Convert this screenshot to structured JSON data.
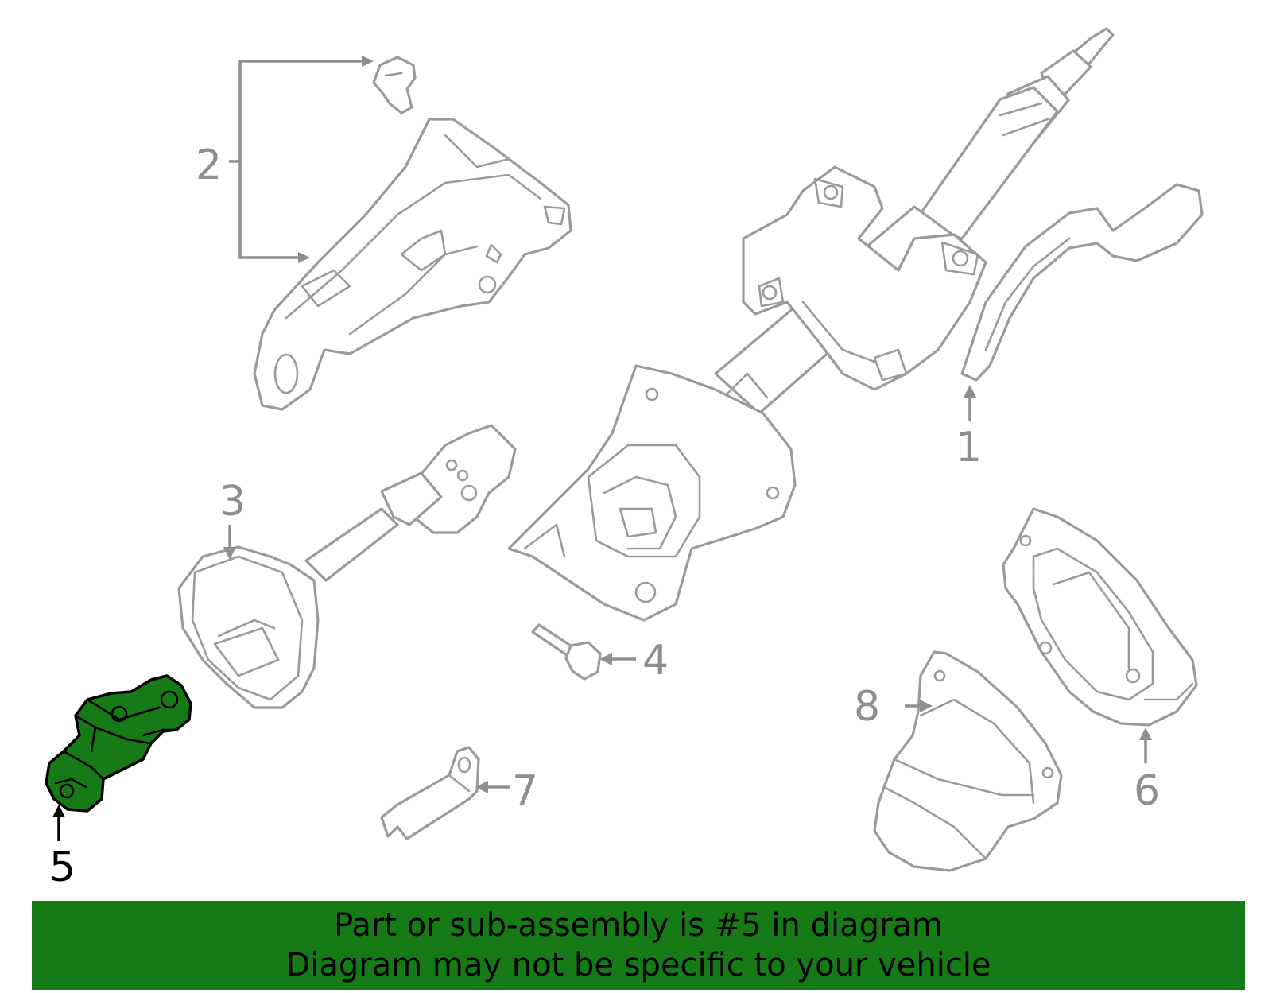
{
  "diagram": {
    "callouts": [
      {
        "id": "1",
        "label": "1"
      },
      {
        "id": "2",
        "label": "2"
      },
      {
        "id": "3",
        "label": "3"
      },
      {
        "id": "4",
        "label": "4"
      },
      {
        "id": "5",
        "label": "5",
        "highlighted": true
      },
      {
        "id": "6",
        "label": "6"
      },
      {
        "id": "7",
        "label": "7"
      },
      {
        "id": "8",
        "label": "8"
      }
    ],
    "selected_part": "5",
    "highlight_color": "#167a16",
    "line_color": "#9a9a9a"
  },
  "banner": {
    "line1": "Part or sub-assembly is #5 in diagram",
    "line2": "Diagram may not be specific to your vehicle",
    "background": "#167a16"
  }
}
